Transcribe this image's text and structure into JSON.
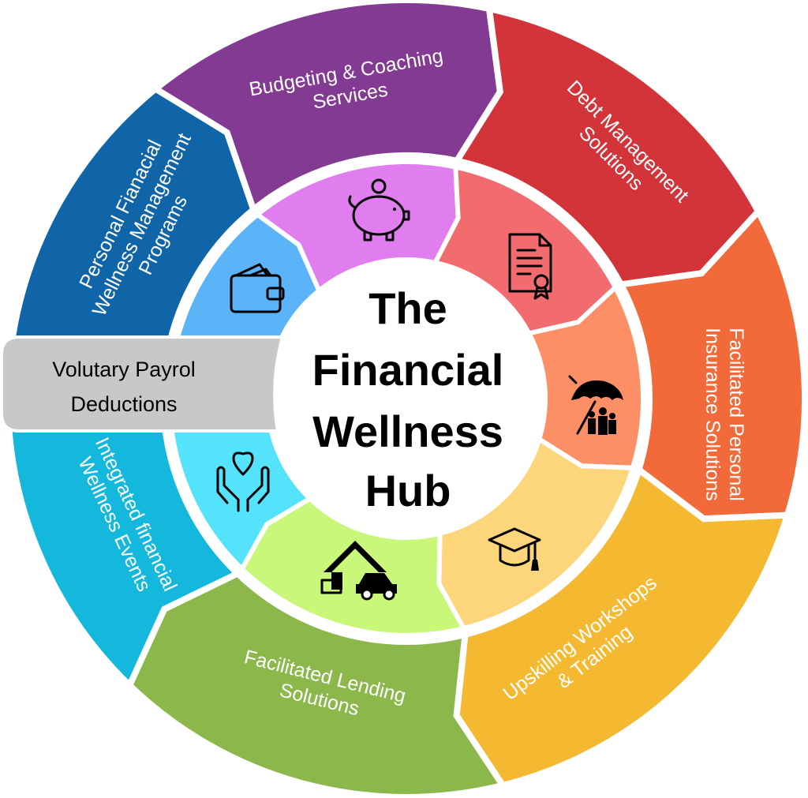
{
  "hub": {
    "lines": [
      "The",
      "Financial",
      "Wellness",
      "Hub"
    ]
  },
  "payroll": {
    "lines": [
      "Volutary Payrol",
      "Deductions"
    ],
    "color": "#c8c8c8"
  },
  "segments": [
    {
      "id": "budgeting",
      "lines": [
        "Budgeting & Coaching",
        "Services"
      ],
      "outer_color": "#833a92",
      "inner_color": "#e07ef0",
      "icon": "piggy-bank-icon"
    },
    {
      "id": "debt",
      "lines": [
        "Debt Management",
        "Solutions"
      ],
      "outer_color": "#d2343a",
      "inner_color": "#f26b6e",
      "icon": "certificate-document-icon"
    },
    {
      "id": "insurance",
      "lines": [
        "Facilitated Personal",
        "Insurance Solutions"
      ],
      "outer_color": "#f26a39",
      "inner_color": "#fd8f66",
      "icon": "umbrella-family-icon"
    },
    {
      "id": "upskilling",
      "lines": [
        "Upskilling Workshops",
        "& Training"
      ],
      "outer_color": "#f5b831",
      "inner_color": "#fdd57a",
      "icon": "graduation-cap-icon"
    },
    {
      "id": "lending",
      "lines": [
        "Facilitated Lending",
        "Solutions"
      ],
      "outer_color": "#8bb74b",
      "inner_color": "#c8f77a",
      "icon": "house-car-icon"
    },
    {
      "id": "events",
      "lines": [
        "Integrated financial",
        "Wellness Events"
      ],
      "outer_color": "#13b8dc",
      "inner_color": "#55e3fb",
      "icon": "hands-heart-icon"
    },
    {
      "id": "programs",
      "lines": [
        "Personal Fianacial",
        "Wellness Management",
        "Programs"
      ],
      "outer_color": "#0f65a7",
      "inner_color": "#5ab4f7",
      "icon": "wallet-icon"
    }
  ]
}
